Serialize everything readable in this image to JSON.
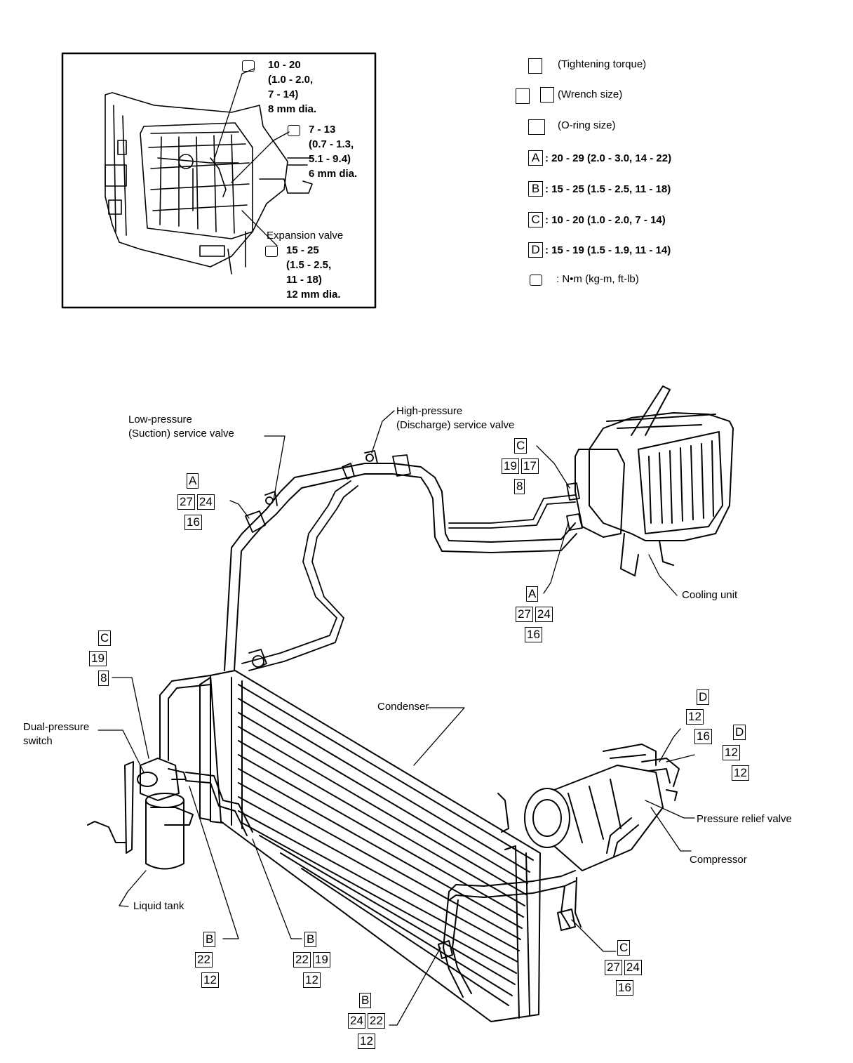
{
  "inset": {
    "torque_top": [
      "10 - 20",
      "(1.0 - 2.0,",
      "7 - 14)",
      "8 mm dia."
    ],
    "torque_mid": [
      "7 - 13",
      "(0.7 - 1.3,",
      "5.1 - 9.4)",
      "6 mm dia."
    ],
    "expansion_valve_label": "Expansion valve",
    "torque_bottom": [
      "15 - 25",
      "(1.5 - 2.5,",
      "11 - 18)",
      "12 mm dia."
    ]
  },
  "legend": {
    "tightening": "(Tightening torque)",
    "wrench": "(Wrench size)",
    "oring": "(O-ring size)",
    "items": [
      {
        "key": "A",
        "text": ": 20 - 29 (2.0 - 3.0, 14 - 22)"
      },
      {
        "key": "B",
        "text": ": 15 - 25 (1.5 - 2.5, 11 - 18)"
      },
      {
        "key": "C",
        "text": ": 10 - 20 (1.0 - 2.0, 7 - 14)"
      },
      {
        "key": "D",
        "text": ": 15 - 19 (1.5 - 1.9, 11 - 14)"
      }
    ],
    "unit": ": N•m (kg-m, ft-lb)"
  },
  "labels": {
    "low_pressure": [
      "Low-pressure",
      "(Suction) service valve"
    ],
    "high_pressure": [
      "High-pressure",
      "(Discharge) service valve"
    ],
    "cooling_unit": "Cooling unit",
    "condenser": "Condenser",
    "dual_pressure": [
      "Dual-pressure",
      "switch"
    ],
    "liquid_tank": "Liquid tank",
    "pressure_relief": "Pressure relief valve",
    "compressor": "Compressor"
  },
  "callouts": {
    "low_pressure_fitting": {
      "torque": "A",
      "wrench": [
        "27",
        "24"
      ],
      "oring": "16"
    },
    "high_pressure_fitting": {
      "torque": "C",
      "wrench": [
        "19",
        "17"
      ],
      "oring": "8"
    },
    "cooling_unit_fitting": {
      "torque": "A",
      "wrench": [
        "27",
        "24"
      ],
      "oring": "16"
    },
    "dual_switch_fitting": {
      "torque": "C",
      "wrench": [
        "19"
      ],
      "oring": "8"
    },
    "liquid_tank_fitting": {
      "torque": "B",
      "wrench": [
        "22"
      ],
      "oring": "12"
    },
    "condenser_left_fitting": {
      "torque": "B",
      "wrench": [
        "22",
        "19"
      ],
      "oring": "12"
    },
    "condenser_bottom_fitting": {
      "torque": "B",
      "wrench": [
        "24",
        "22"
      ],
      "oring": "12"
    },
    "compressor_lower_fitting": {
      "torque": "C",
      "wrench": [
        "27",
        "24"
      ],
      "oring": "16"
    },
    "compressor_top_fitting_1": {
      "torque": "D",
      "wrench": [
        "12"
      ],
      "oring": "16"
    },
    "compressor_top_fitting_2": {
      "torque": "D",
      "wrench": [
        "12"
      ],
      "oring": "12"
    }
  }
}
